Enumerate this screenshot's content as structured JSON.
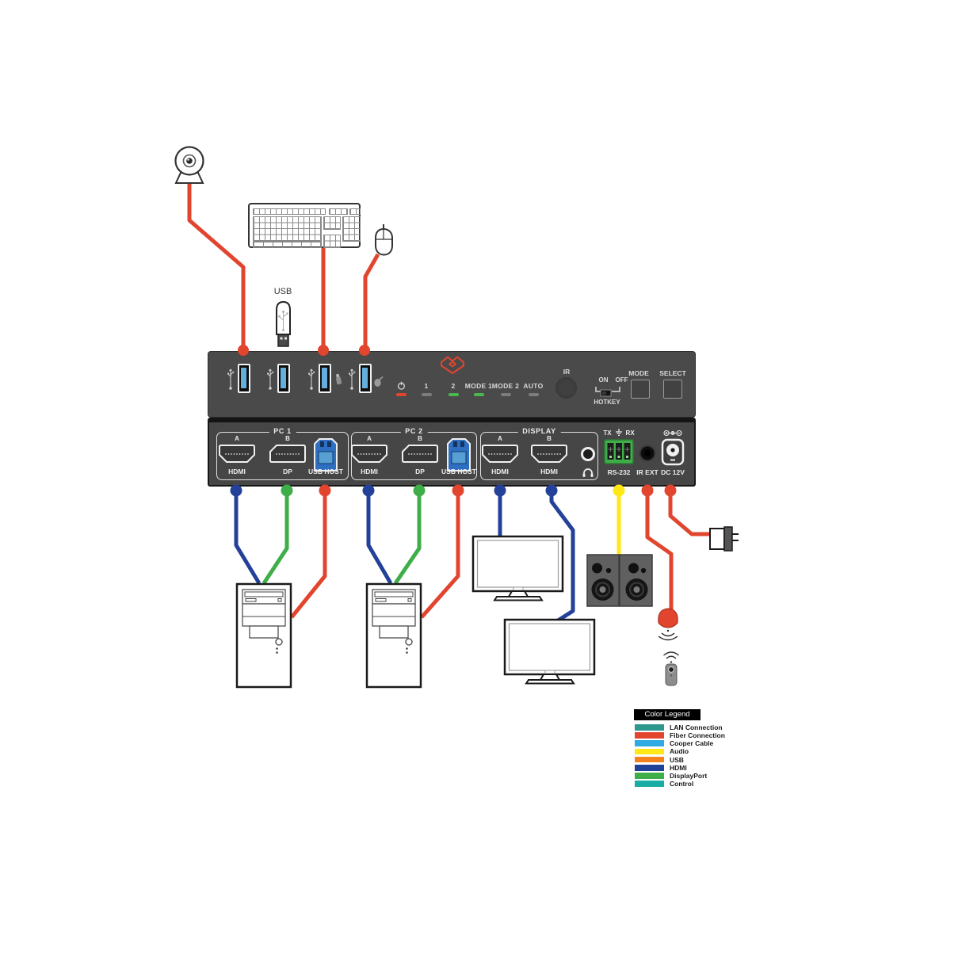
{
  "colors": {
    "red": "#e2452e",
    "hdmi": "#24419a",
    "displayport": "#3fae49",
    "audio": "#ffe816",
    "panel": "#4a4a4a"
  },
  "peripherals": {
    "usb_drive_label": "USB"
  },
  "front_panel": {
    "indicators": [
      {
        "label": "",
        "color": "#e2452e"
      },
      {
        "label": "1",
        "color": "#7c7c7c"
      },
      {
        "label": "2",
        "color": "#49b84f"
      },
      {
        "label": "MODE 1",
        "color": "#49b84f"
      },
      {
        "label": "MODE 2",
        "color": "#7c7c7c"
      },
      {
        "label": "AUTO",
        "color": "#7c7c7c"
      }
    ],
    "ir_label": "IR",
    "hotkey_on": "ON",
    "hotkey_off": "OFF",
    "hotkey_label": "HOTKEY",
    "mode_button": "MODE",
    "select_button": "SELECT"
  },
  "rear_panel": {
    "groups": [
      {
        "name": "PC 1",
        "port1_top": "A",
        "port1_label": "HDMI",
        "port2_top": "B",
        "port2_label": "DP",
        "port3_label": "USB HOST"
      },
      {
        "name": "PC 2",
        "port1_top": "A",
        "port1_label": "HDMI",
        "port2_top": "B",
        "port2_label": "DP",
        "port3_label": "USB HOST"
      },
      {
        "name": "DISPLAY",
        "port1_top": "A",
        "port1_label": "HDMI",
        "port2_top": "B",
        "port2_label": "HDMI"
      }
    ],
    "serial_tx": "TX",
    "serial_rx": "RX",
    "serial_label": "RS-232",
    "ir_ext_label": "IR EXT",
    "dc_label": "DC 12V"
  },
  "legend": {
    "title": "Color Legend",
    "items": [
      {
        "label": "LAN Connection",
        "color": "#2e978d"
      },
      {
        "label": "Fiber Connection",
        "color": "#e2452e"
      },
      {
        "label": "Cooper Cable",
        "color": "#31aae1"
      },
      {
        "label": "Audio",
        "color": "#ffe816"
      },
      {
        "label": "USB",
        "color": "#f5821f"
      },
      {
        "label": "HDMI",
        "color": "#20419a"
      },
      {
        "label": "DisplayPort",
        "color": "#3fae49"
      },
      {
        "label": "Control",
        "color": "#1aada4"
      }
    ]
  }
}
